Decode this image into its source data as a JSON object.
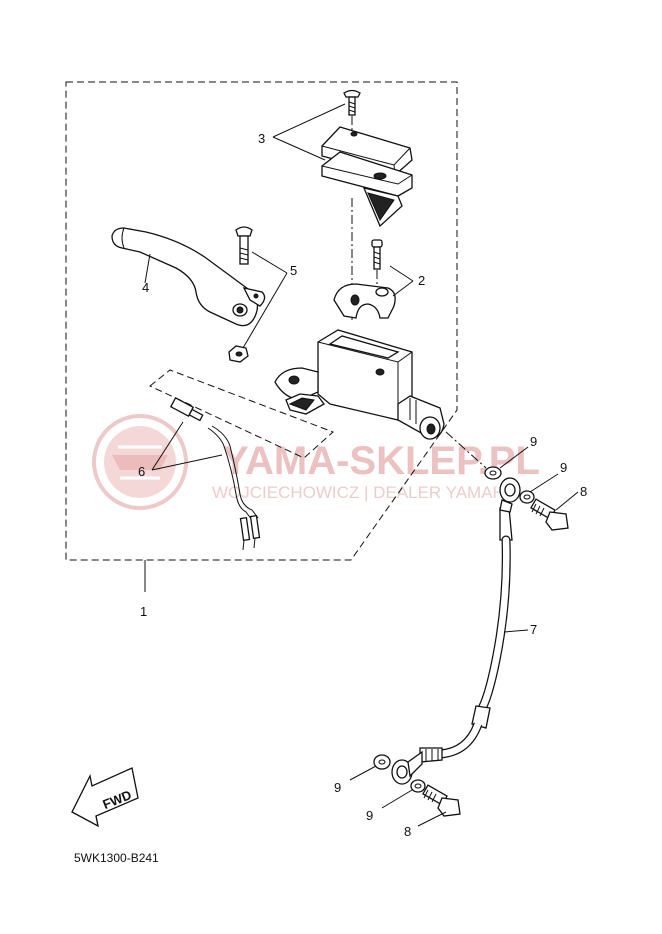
{
  "diagram": {
    "callouts": [
      "1",
      "2",
      "3",
      "4",
      "5",
      "6",
      "7",
      "8",
      "8",
      "9",
      "9",
      "9",
      "9"
    ],
    "fwd_label": "FWD",
    "diagram_code": "5WK1300-B241"
  },
  "watermark": {
    "title": "YAMA-SKLEP.PL",
    "subtitle": "WOJCIECHOWICZ | DEALER YAMAHA"
  },
  "colors": {
    "line": "#111111",
    "watermark": "#e8b7b7",
    "background": "#ffffff"
  }
}
